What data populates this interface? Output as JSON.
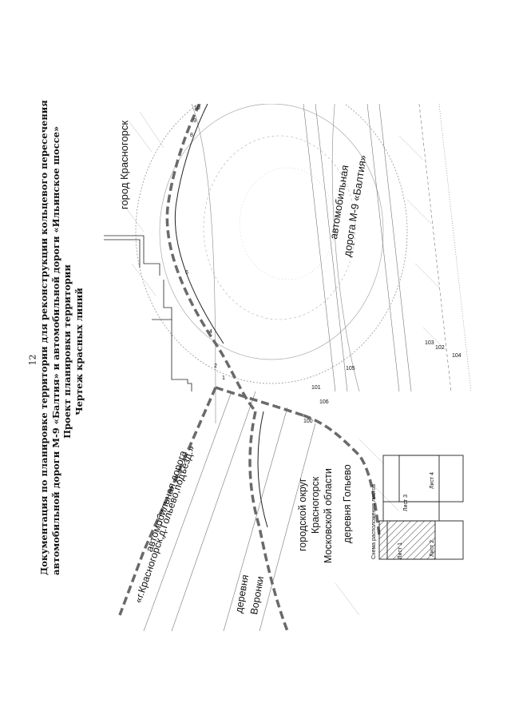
{
  "page_number": "12",
  "title": {
    "line1": "Документация по планировке территории для реконструкции кольцевого пересечения",
    "line2": "автомобильной дороги М-9 «Балтия» и автомобильной дороги «Ильинское шоссе»",
    "line3": "Проект планировки территории",
    "line4": "Чертеж красных линий"
  },
  "map": {
    "city_label": "город Красногорск",
    "baltia_road_line1": "автомобильная",
    "baltia_road_line2": "дорога М-9 «Балтия»",
    "golyevo_road_line1": "автомобильная дорога",
    "golyevo_road_line2": "«г.Красногорск,д.Гольево,подъезд.»",
    "district_line1": "городской округ",
    "district_line2": "Красногорск",
    "district_line3": "Московской области",
    "golyevo_village": "деревня Гольево",
    "voronki_line1": "деревня",
    "voronki_line2": "Воронки",
    "points": [
      "1",
      "2",
      "4",
      "6",
      "8",
      "9",
      "10",
      "100",
      "101",
      "102",
      "103",
      "104",
      "105",
      "106"
    ]
  },
  "inset": {
    "title": "Схема расположения листов",
    "sheets": [
      "Лист 1",
      "Лист 2",
      "Лист 3",
      "Лист 4"
    ]
  }
}
